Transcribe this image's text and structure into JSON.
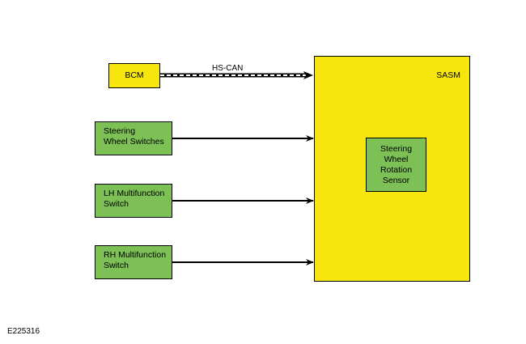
{
  "bcm": {
    "label": "BCM"
  },
  "bus": {
    "label": "HS-CAN"
  },
  "switches": [
    {
      "line1": "Steering",
      "line2": "Wheel Switches"
    },
    {
      "line1": "LH Multifunction",
      "line2": "Switch"
    },
    {
      "line1": "RH Multifunction",
      "line2": "Switch"
    }
  ],
  "sasm": {
    "label": "SASM",
    "sensor": [
      "Steering",
      "Wheel",
      "Rotation",
      "Sensor"
    ]
  },
  "figure_code": "E225316",
  "colors": {
    "module": "#f7e60d",
    "switch": "#7cc056",
    "wire": "#000000"
  }
}
